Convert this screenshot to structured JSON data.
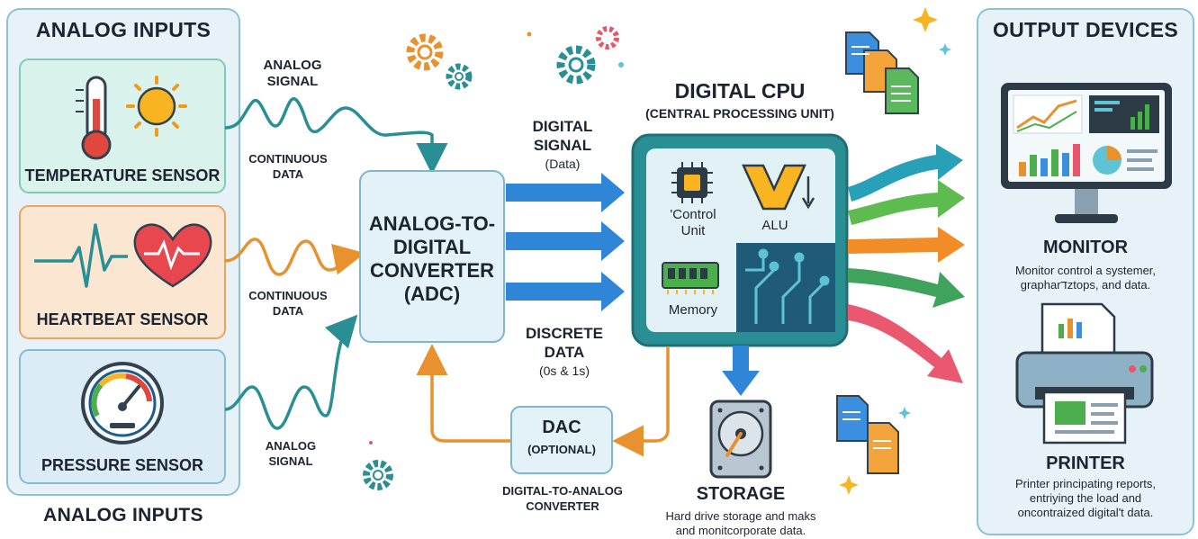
{
  "analog_panel": {
    "title": "ANALOG INPUTS",
    "footer": "ANALOG INPUTS",
    "sensors": [
      {
        "label": "TEMPERATURE SENSOR"
      },
      {
        "label": "HEARTBEAT SENSOR"
      },
      {
        "label": "PRESSURE SENSOR"
      }
    ]
  },
  "signals": {
    "analog_top": [
      "ANALOG",
      "SIGNAL"
    ],
    "continuous_1": [
      "CONTINUOUS",
      "DATA"
    ],
    "continuous_2": [
      "CONTINUOUS",
      "DATA"
    ],
    "analog_bottom": [
      "ANALOG",
      "SIGNAL"
    ],
    "digital": [
      "DIGITAL",
      "SIGNAL",
      "(Data)"
    ],
    "discrete": [
      "DISCRETE",
      "DATA",
      "(0s & 1s)"
    ]
  },
  "adc": {
    "lines": [
      "ANALOG-TO-",
      "DIGITAL",
      "CONVERTER",
      "(ADC)"
    ]
  },
  "cpu": {
    "title": "DIGITAL CPU",
    "subtitle": "(CENTRAL PROCESSING UNIT)",
    "control_unit": [
      "'Control",
      "Unit"
    ],
    "alu": "ALU",
    "memory": "Memory"
  },
  "dac": {
    "title": "DAC",
    "subtitle": "(OPTIONAL)",
    "caption": [
      "DIGITAL-TO-ANALOG",
      "CONVERTER"
    ]
  },
  "storage": {
    "title": "STORAGE",
    "desc": [
      "Hard drive storage and maks",
      "and monitcorporate data."
    ]
  },
  "output_panel": {
    "title": "OUTPUT DEVICES",
    "monitor": {
      "title": "MONITOR",
      "desc": [
        "Monitor control a systemer,",
        "grapharדztops, and data."
      ]
    },
    "printer": {
      "title": "PRINTER",
      "desc": [
        "Printer principating reports,",
        "entriying the load and",
        "oncontraized digital't data."
      ]
    }
  },
  "colors": {
    "teal": "#2a8f95",
    "blue_arrow": "#2f86d6",
    "orange": "#e8912f",
    "green": "#4cae4c",
    "red_arrow": "#e8566b",
    "panel_bg": "#e4f1f8",
    "panel_border": "#8cc2d6"
  }
}
